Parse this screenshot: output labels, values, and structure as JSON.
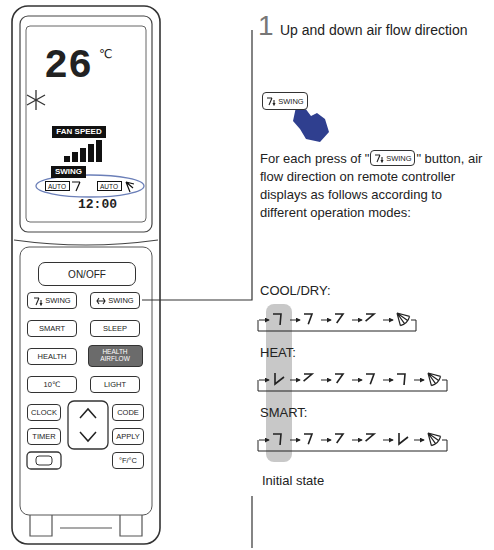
{
  "diagram": {
    "nodes": [
      {
        "text": [
          "FAN SPEED"
        ]
      },
      {
        "text": [
          "SWING"
        ]
      },
      {
        "text": [
          "AUTO"
        ]
      },
      {
        "text": [
          "AUTO"
        ]
      },
      {
        "text": [
          "ON/OFF"
        ]
      },
      {
        "text": [
          "SWING"
        ]
      },
      {
        "text": [
          "SWING"
        ]
      },
      {
        "text": [
          "SMART"
        ]
      },
      {
        "text": [
          "SLEEP"
        ]
      },
      {
        "text": [
          "HEALTH"
        ]
      },
      {
        "text": [
          "HEALTH AIRFLOW"
        ]
      },
      {
        "text": [
          "10℃"
        ]
      },
      {
        "text": [
          "LIGHT"
        ]
      },
      {
        "text": [
          "CLOCK"
        ]
      },
      {
        "text": [
          "CODE"
        ]
      },
      {
        "text": [
          "TIMER"
        ]
      },
      {
        "text": [
          "APPLY"
        ]
      },
      {
        "text": [
          "°F/°C"
        ]
      },
      {
        "text": [
          "SWING"
        ]
      },
      {
        "text": [
          "SWING"
        ]
      }
    ],
    "labels": [
      "26",
      "℃",
      "12:00",
      "1",
      "Up and down air flow direction",
      "For each press of \"",
      "\" button, air flow direction on remote controller displays as follows according to different operation modes:",
      "COOL/DRY:",
      "HEAT:",
      "SMART:",
      "Initial state"
    ]
  }
}
